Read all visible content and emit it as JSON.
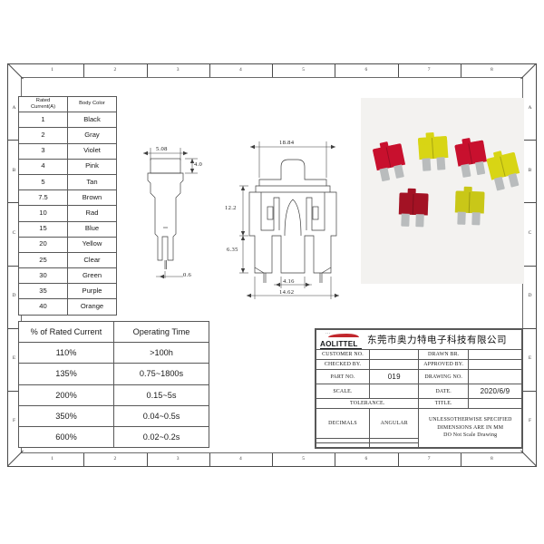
{
  "sheet": {
    "zone_numbers": [
      "1",
      "2",
      "3",
      "4",
      "5",
      "6",
      "7",
      "8"
    ],
    "zone_letters": [
      "A",
      "B",
      "C",
      "D",
      "E",
      "F"
    ]
  },
  "rated_table": {
    "headers": [
      "Rated Current(A)",
      "Body Color"
    ],
    "header_line1": "Rated",
    "header_line2": "Current(A)",
    "rows": [
      {
        "current": "1",
        "color": "Black"
      },
      {
        "current": "2",
        "color": "Gray"
      },
      {
        "current": "3",
        "color": "Violet"
      },
      {
        "current": "4",
        "color": "Pink"
      },
      {
        "current": "5",
        "color": "Tan"
      },
      {
        "current": "7.5",
        "color": "Brown"
      },
      {
        "current": "10",
        "color": "Rad"
      },
      {
        "current": "15",
        "color": "Blue"
      },
      {
        "current": "20",
        "color": "Yellow"
      },
      {
        "current": "25",
        "color": "Clear"
      },
      {
        "current": "30",
        "color": "Green"
      },
      {
        "current": "35",
        "color": "Purple"
      },
      {
        "current": "40",
        "color": "Orange"
      }
    ]
  },
  "operating_table": {
    "headers": [
      "% of Rated Current",
      "Operating Time"
    ],
    "rows": [
      {
        "percent": "110%",
        "time": ">100h"
      },
      {
        "percent": "135%",
        "time": "0.75~1800s"
      },
      {
        "percent": "200%",
        "time": "0.15~5s"
      },
      {
        "percent": "350%",
        "time": "0.04~0.5s"
      },
      {
        "percent": "600%",
        "time": "0.02~0.2s"
      }
    ]
  },
  "side_view": {
    "dim_width": "5.08",
    "dim_height": "4.0",
    "dim_blade": "0.6"
  },
  "front_view": {
    "dim_overall_width": "18.84",
    "dim_total_height": "12.2",
    "dim_leg_height": "6.35",
    "dim_blade_gap": "4.16",
    "dim_body_width": "14.62"
  },
  "photo": {
    "caption": "blade fuse product photo",
    "fuse_colors": [
      "#c8102e",
      "#d8d515",
      "#c8102e",
      "#d8d515",
      "#a31224",
      "#c9c718"
    ]
  },
  "title_block": {
    "logo_word": "AOLITTEL",
    "company_name_cn": "东莞市奥力特电子科技有限公司",
    "labels": {
      "customer_no": "CUSTOMER NO.",
      "checked_by": "CHECKED BY.",
      "part_no": "PART NO.",
      "scale": "SCALE.",
      "tolerance": "TOLERANCE.",
      "decimals": "DECIMALS",
      "angular": "ANGULAR",
      "drawn_br": "DRAWN BR.",
      "approved_by": "APPROVED BY.",
      "drawing_no": "DRAWING NO.",
      "date": "DATE.",
      "title": "TITLE."
    },
    "values": {
      "customer_no": "",
      "checked_by": "",
      "part_no": "019",
      "scale": "",
      "drawn_br": "",
      "approved_by": "",
      "drawing_no": "",
      "date": "2020/6/9",
      "title": "",
      "decimals_val": "",
      "angular_val": ""
    },
    "notes": {
      "line1": "UNLESSOTHERWISE SPECIFIED",
      "line2": "DIMENSIONS ARE IN MM",
      "line3": "DO Not Scale Drawing"
    }
  }
}
